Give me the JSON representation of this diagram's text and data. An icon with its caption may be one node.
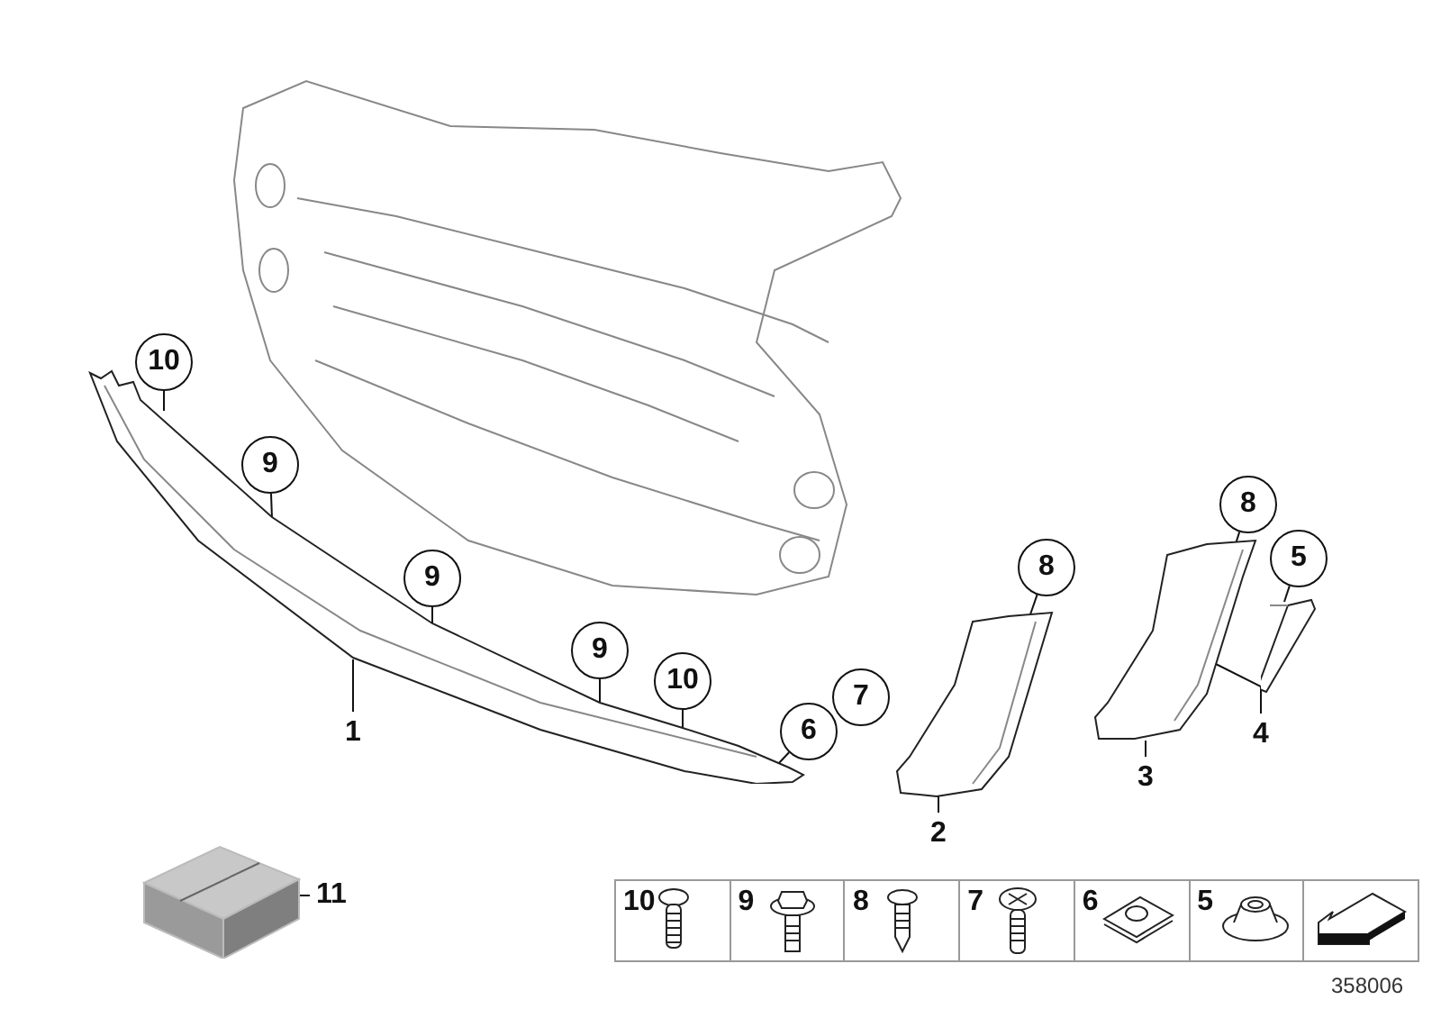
{
  "diagram": {
    "nodes": [
      {
        "text": [],
        "shape": "picture"
      },
      {
        "text": [],
        "shape": "picture"
      },
      {
        "text": [],
        "shape": "picture"
      },
      {
        "text": [],
        "shape": "picture"
      },
      {
        "text": [],
        "shape": "box"
      },
      {
        "text": [
          "10"
        ]
      },
      {
        "text": [
          "9"
        ]
      },
      {
        "text": [
          "9"
        ]
      },
      {
        "text": [
          "9"
        ]
      },
      {
        "text": [
          "10"
        ]
      },
      {
        "text": [
          "6"
        ]
      },
      {
        "text": [
          "7"
        ]
      },
      {
        "text": [
          "1"
        ]
      },
      {
        "text": [
          "8"
        ]
      },
      {
        "text": [
          "2"
        ]
      },
      {
        "text": [
          "8"
        ]
      },
      {
        "text": [
          "3"
        ]
      },
      {
        "text": [
          "5"
        ]
      },
      {
        "text": [
          "4"
        ]
      },
      {
        "text": [
          "11"
        ]
      }
    ],
    "edges": [
      {
        "from": 5,
        "to": 0,
        "arrow": "none"
      },
      {
        "from": 6,
        "to": 0,
        "arrow": "none"
      },
      {
        "from": 7,
        "to": 0,
        "arrow": "none"
      },
      {
        "from": 8,
        "to": 0,
        "arrow": "none"
      },
      {
        "from": 9,
        "to": 0,
        "arrow": "none"
      },
      {
        "from": 10,
        "to": 0,
        "arrow": "none"
      },
      {
        "from": 12,
        "to": 0,
        "arrow": "none"
      },
      {
        "from": 13,
        "to": 1,
        "arrow": "none"
      },
      {
        "from": 14,
        "to": 1,
        "arrow": "none"
      },
      {
        "from": 15,
        "to": 2,
        "arrow": "none"
      },
      {
        "from": 16,
        "to": 2,
        "arrow": "none"
      },
      {
        "from": 17,
        "to": 3,
        "arrow": "none"
      },
      {
        "from": 18,
        "to": 3,
        "arrow": "none"
      },
      {
        "from": 18,
        "to": 2,
        "arrow": "none"
      },
      {
        "from": 19,
        "to": 4,
        "arrow": "none"
      }
    ],
    "labels": [
      "10",
      "9",
      "8",
      "7",
      "6",
      "5",
      "358006"
    ]
  }
}
